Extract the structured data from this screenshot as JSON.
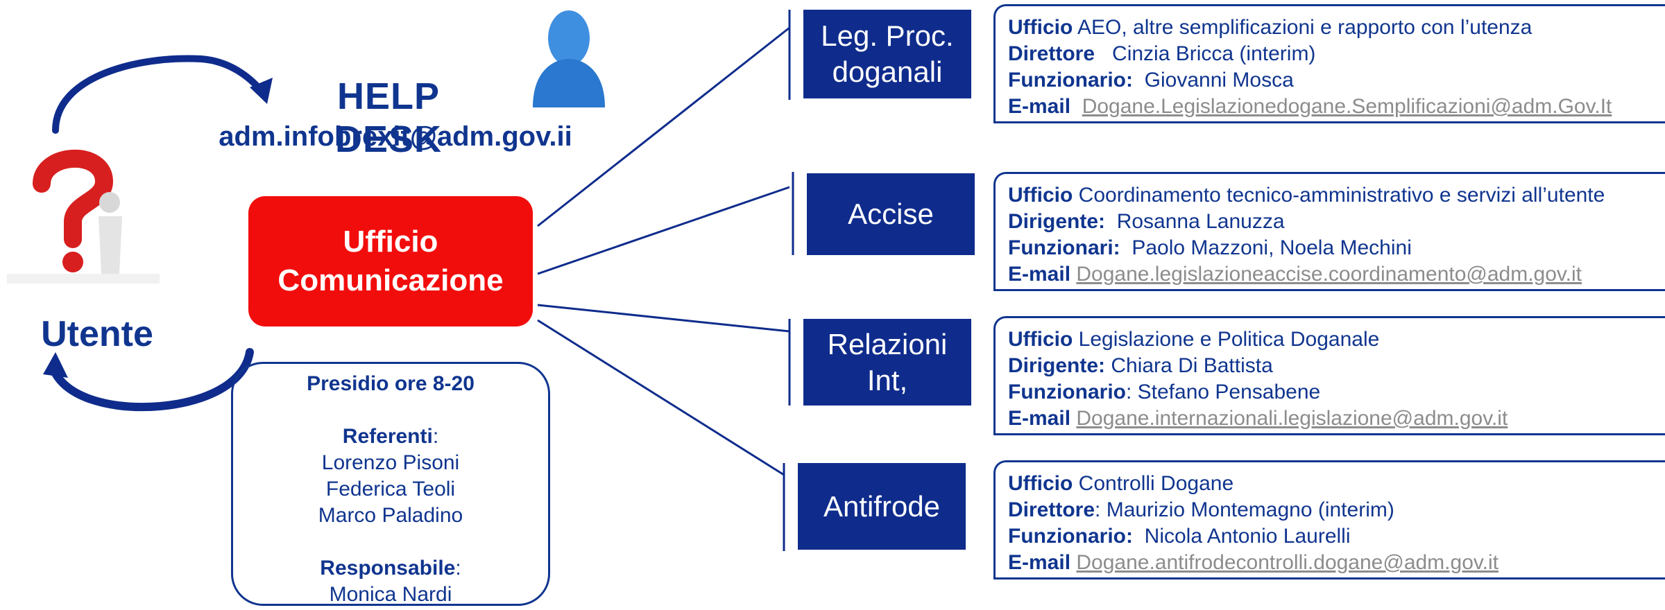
{
  "help_desk": {
    "title": "HELP DESK",
    "email": "adm.infobrexit@adm.gov.ii"
  },
  "user": {
    "label": "Utente"
  },
  "central": {
    "line1": "Ufficio",
    "line2": "Comunicazione"
  },
  "presidio": {
    "hours": "Presidio ore 8-20",
    "referenti_label": "Referenti",
    "referenti": [
      "Lorenzo Pisoni",
      "Federica Teoli",
      "Marco Paladino"
    ],
    "responsabile_label": "Responsabile",
    "responsabile": "Monica Nardi"
  },
  "units": [
    {
      "label_lines": [
        "Leg. Proc.",
        "doganali"
      ],
      "office": "AEO, altre semplificazioni e rapporto con l’utenza",
      "role1_key": "Direttore",
      "role1_val": "Cinzia Bricca (interim)",
      "role2_key": "Funzionario:",
      "role2_val": "Giovanni Mosca",
      "email": "Dogane.Legislazionedogane.Semplificazioni@adm.Gov.It"
    },
    {
      "label_lines": [
        "Accise"
      ],
      "office": "Coordinamento tecnico-amministrativo e servizi all’utente",
      "role1_key": "Dirigente:",
      "role1_val": "Rosanna Lanuzza",
      "role2_key": "Funzionari:",
      "role2_val": "Paolo Mazzoni, Noela Mechini",
      "email": "Dogane.legislazioneaccise.coordinamento@adm.gov.it"
    },
    {
      "label_lines": [
        "Relazioni",
        "Int,"
      ],
      "office": "Legislazione e Politica Doganale",
      "role1_key": "Dirigente:",
      "role1_val": "Chiara Di Battista",
      "role2_key": "Funzionario",
      "role2_val": ":  Stefano Pensabene",
      "email": "Dogane.internazionali.legislazione@adm.gov.it"
    },
    {
      "label_lines": [
        "Antifrode"
      ],
      "office": "Controlli Dogane",
      "role1_key": "Direttore",
      "role1_val": ":  Maurizio Montemagno (interim)",
      "role2_key": "Funzionario:",
      "role2_val": "Nicola Antonio Laurelli",
      "email": "Dogane.antifrodecontrolli.dogane@adm.gov.it"
    }
  ],
  "labels": {
    "office": "Ufficio",
    "email": "E-mail"
  },
  "colors": {
    "navy": "#0f2c8c",
    "red": "#f20d0d",
    "link_gray": "#8c8c8c"
  },
  "icons": [
    "person-icon",
    "question-figure-icon",
    "curved-arrow-icon"
  ]
}
